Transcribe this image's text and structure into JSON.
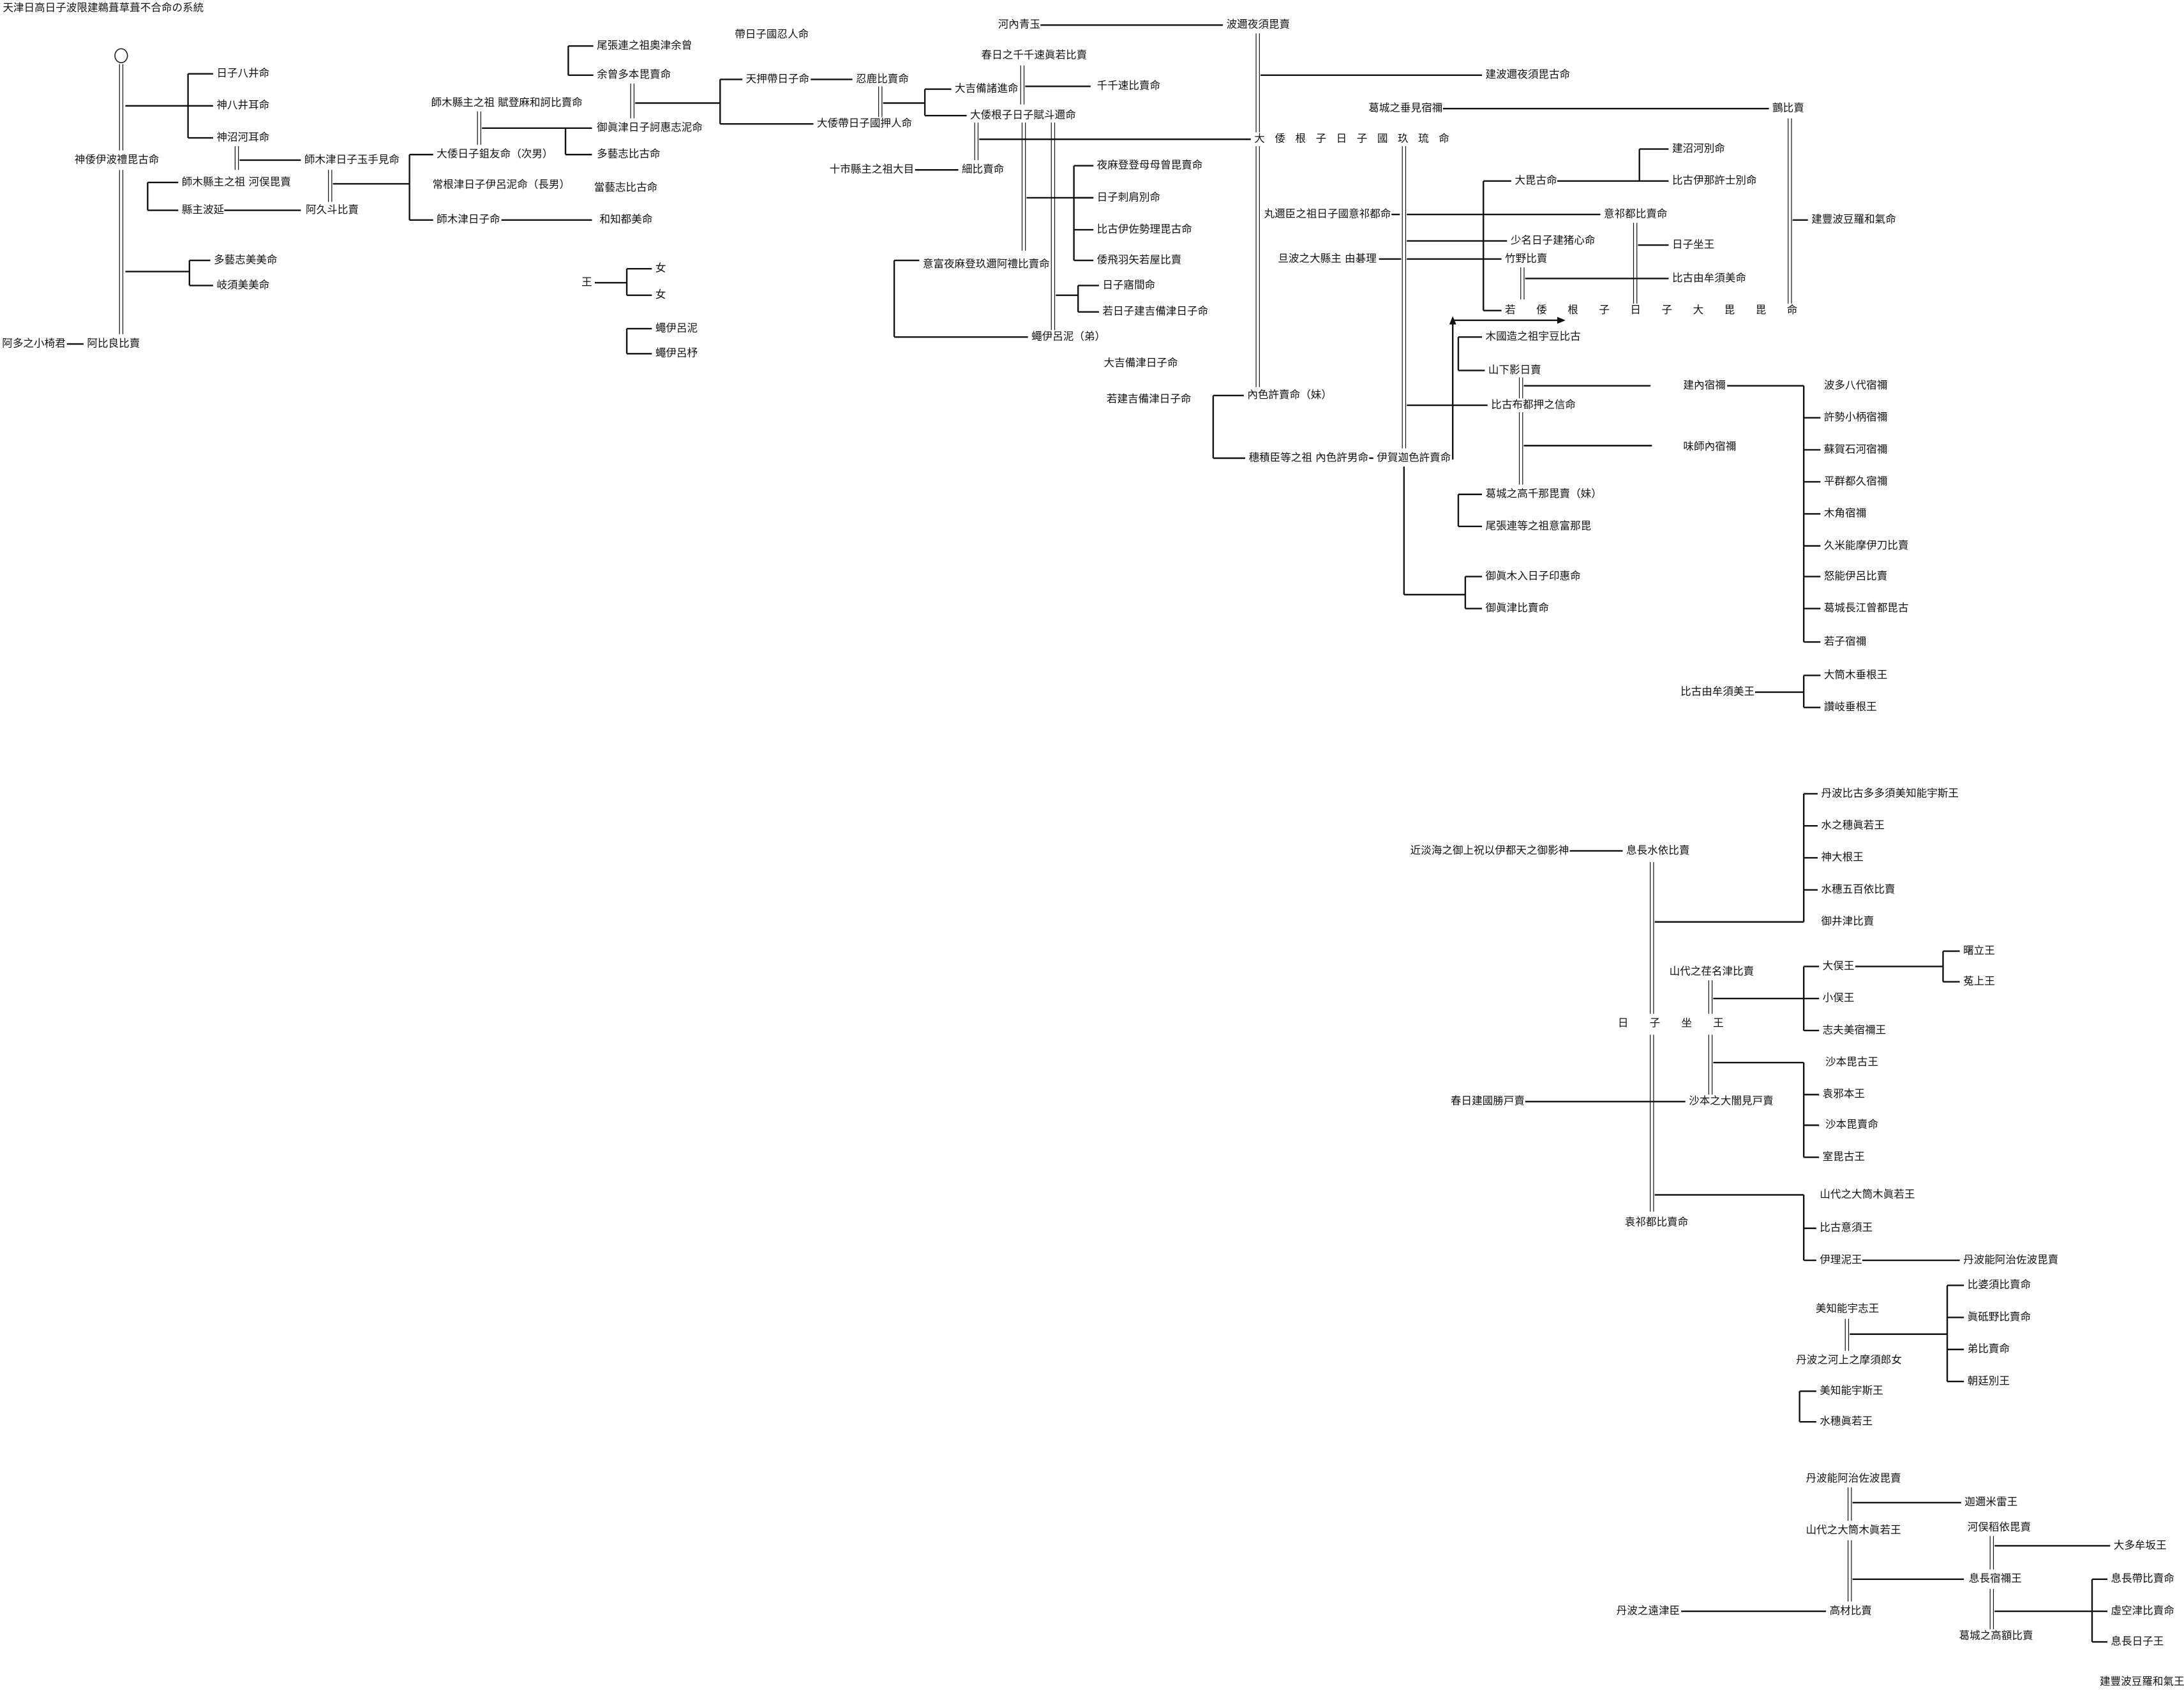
{
  "title": "天津日高日子波限建鵜葺草葺不合命の系統",
  "nodes": [
    "神倭伊波禮毘古命",
    "日子八井命",
    "神八井耳命",
    "神沼河耳命",
    "師木津日子玉手見命",
    "師木縣主之祖  河俣毘賣",
    "縣主波延",
    "阿久斗比賣",
    "大倭日子鉏友命（次男）",
    "常根津日子伊呂泥命（長男）",
    "師木津日子命",
    "和知都美命",
    "師木縣主之祖 賦登麻和訶比賣命",
    "御眞津日子訶惠志泥命",
    "多藝志比古命",
    "當藝志比古命",
    "尾張連之祖奧津余曾",
    "余曾多本毘賣命",
    "天押帶日子命",
    "大倭帶日子國押人命",
    "忍鹿比賣命",
    "帶日子國忍人命",
    "大吉備諸進命",
    "大倭根子日子賦斗邇命",
    "春日之千千速眞若比賣",
    "千千速比賣命",
    "十市縣主之祖大目",
    "細比賣命",
    "夜麻登登母母曾毘賣命",
    "日子刺肩別命",
    "比古伊佐勢理毘古命",
    "倭飛羽矢若屋比賣",
    "意富夜麻登玖邇阿禮比賣命",
    "蠅伊呂泥（弟）",
    "日子寤間命",
    "若日子建吉備津日子命",
    "大吉備津日子命",
    "若建吉備津日子命",
    "多藝志美美命",
    "岐須美美命",
    "阿多之小椅君",
    "阿比良比賣",
    "王",
    "女",
    "女",
    "蠅伊呂泥",
    "蠅伊呂杼",
    "河內青玉",
    "波邇夜須毘賣",
    "建波邇夜須毘古命",
    "大倭根子日子國玖琉命",
    "葛城之垂見宿禰",
    "鸇比賣",
    "建豐波豆羅和氣命",
    "丸邇臣之祖日子國意祁都命",
    "意祁都比賣命",
    "少名日子建猪心命",
    "旦波之大縣主 由碁理",
    "竹野比賣",
    "大毘古命",
    "建沼河別命",
    "比古伊那許士別命",
    "日子坐王",
    "比古由牟須美命",
    "若倭根子日子大毘毘命",
    "木國造之祖宇豆比古",
    "山下影日賣",
    "比古布都押之信命",
    "建內宿禰",
    "味師內宿禰",
    "葛城之高千那毘賣（妹）",
    "尾張連等之祖意富那毘",
    "內色許賣命（妹）",
    "穗積臣等之祖 內色許男命",
    "伊賀迦色許賣命",
    "御眞木入日子印惠命",
    "御眞津比賣命",
    "波多八代宿禰",
    "許勢小柄宿禰",
    "蘇賀石河宿禰",
    "平群都久宿禰",
    "木角宿禰",
    "久米能摩伊刀比賣",
    "怒能伊呂比賣",
    "葛城長江曾都毘古",
    "若子宿禰",
    "比古由牟須美王",
    "大筒木垂根王",
    "讚岐垂根王",
    "近淡海之御上祝以伊都天之御影神",
    "息長水依比賣",
    "丹波比古多多須美知能宇斯王",
    "水之穗眞若王",
    "神大根王",
    "水穗五百依比賣",
    "御井津比賣",
    "山代之荏名津比賣",
    "大俣王",
    "小俣王",
    "志夫美宿禰王",
    "曙立王",
    "菟上王",
    "日子坐王",
    "沙本毘古王",
    "袁邪本王",
    "沙本毘賣命",
    "室毘古王",
    "春日建國勝戸賣",
    "沙本之大闇見戸賣",
    "山代之大筒木眞若王",
    "比古意須王",
    "伊理泥王",
    "丹波能阿治佐波毘賣",
    "袁祁都比賣命",
    "美知能宇志王",
    "丹波之河上之摩須郎女",
    "比婆須比賣命",
    "眞砥野比賣命",
    "弟比賣命",
    "朝廷別王",
    "美知能宇斯王",
    "水穗眞若王",
    "丹波能阿治佐波毘賣",
    "迦邇米雷王",
    "山代之大筒木眞若王",
    "息長宿禰王",
    "丹波之遠津臣",
    "高材比賣",
    "河俣稻依毘賣",
    "大多牟坂王",
    "葛城之高額比賣",
    "息長帶比賣命",
    "虛空津比賣命",
    "息長日子王",
    "建豐波豆羅和氣王"
  ]
}
